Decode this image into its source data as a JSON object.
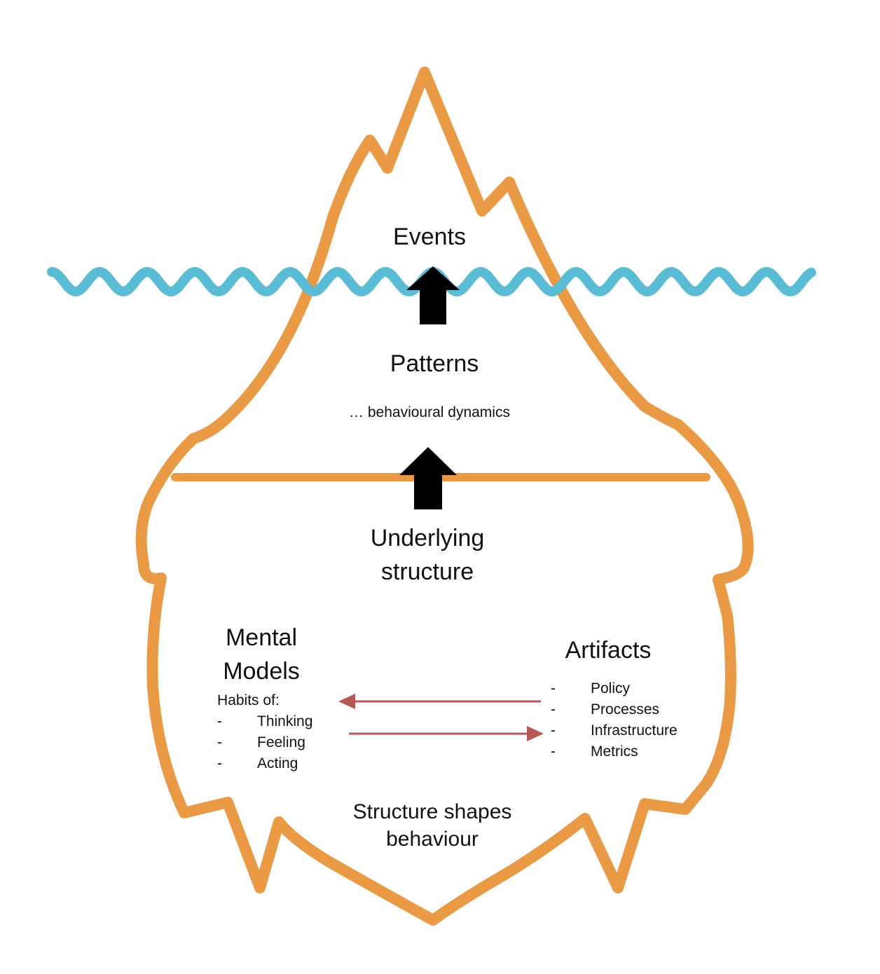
{
  "colors": {
    "iceberg": "#EA9A45",
    "water": "#5BBCD6",
    "arrow_up": "#000000",
    "arrow_link": "#B65853",
    "text": "#111111"
  },
  "labels": {
    "events": "Events",
    "patterns": "Patterns",
    "patterns_sub": "… behavioural dynamics",
    "underlying_line1": "Underlying",
    "underlying_line2": "structure",
    "mental_line1": "Mental",
    "mental_line2": "Models",
    "habits": "Habits of:",
    "artifacts": "Artifacts",
    "footer_line1": "Structure shapes",
    "footer_line2": "behaviour"
  },
  "habits_items": [
    {
      "dash": "-",
      "text": "Thinking"
    },
    {
      "dash": "-",
      "text": "Feeling"
    },
    {
      "dash": "-",
      "text": "Acting"
    }
  ],
  "artifacts_items": [
    {
      "dash": "-",
      "text": "Policy"
    },
    {
      "dash": "-",
      "text": "Processes"
    },
    {
      "dash": "-",
      "text": "Infrastructure"
    },
    {
      "dash": "-",
      "text": "Metrics"
    }
  ],
  "icons": {
    "up_arrow": "up-arrow-icon",
    "left_arrow": "left-arrow-icon",
    "right_arrow": "right-arrow-icon"
  }
}
